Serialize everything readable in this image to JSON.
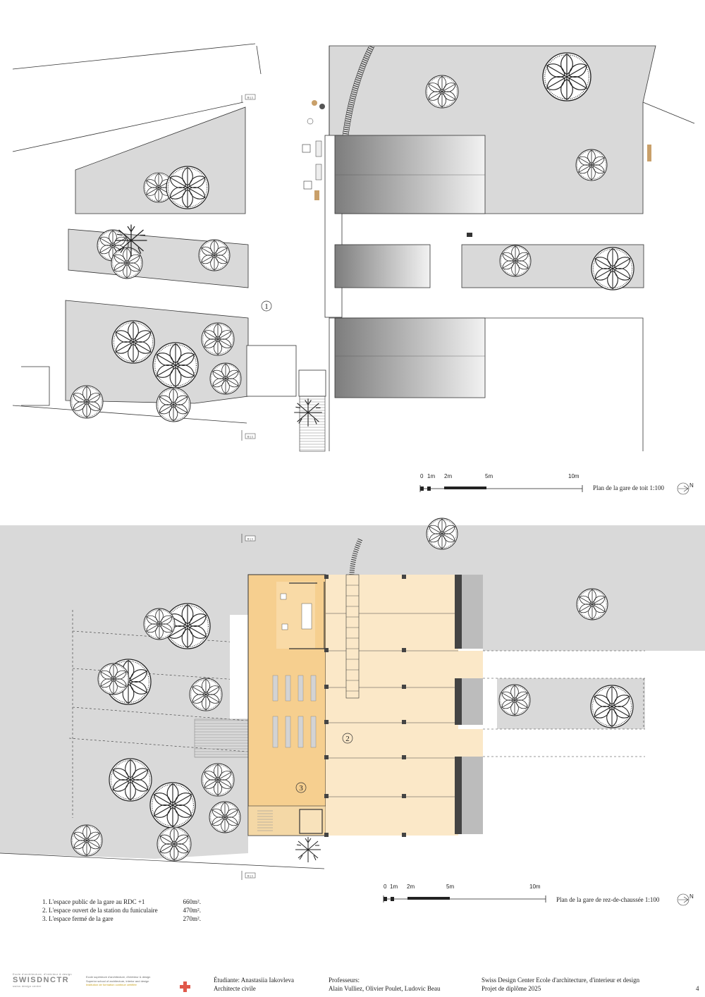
{
  "plans": {
    "roof": {
      "title": "Plan de la gare de toit 1:100",
      "marker": "1",
      "scale_ticks": [
        "0",
        "1m",
        "2m",
        "5m",
        "10m"
      ],
      "north": "N",
      "section_marks": [
        "B | 1",
        "B | 1"
      ]
    },
    "ground": {
      "title": "Plan de la gare de rez-de-chaussée 1:100",
      "markers": [
        "2",
        "3"
      ],
      "scale_ticks": [
        "0",
        "1m",
        "2m",
        "5m",
        "10m"
      ],
      "north": "N",
      "section_marks": [
        "B | 1",
        "B | 1"
      ]
    }
  },
  "legend": [
    {
      "label": "1. L'espace public de la gare au RDC +1",
      "area": "660m²."
    },
    {
      "label": "2. L'espace ouvert de la station du funiculaire",
      "area": "470m²."
    },
    {
      "label": "3. L'espace fermé de la gare",
      "area": "270m²."
    }
  ],
  "footer": {
    "logo_small_1": "Ecole d'architecture, d'intérieur & design",
    "logo_brand": "SWISDNCTR",
    "logo_small_2": "swiss design center",
    "logo2_line1": "Ecole supérieure d'architecture, d'intérieur & design",
    "logo2_line2": "Superior school of architecture, interior and design",
    "logo2_line3": "Institution de formation continue certifiée",
    "student_label": "Étudiante: Anastasiia Iakovleva",
    "student_role": "Architecte civile",
    "prof_label": "Professeurs:",
    "prof_names": "Alain Vulliez, Olivier Poulet, Ludovic Beau",
    "school_name": "Swiss Design Center Ecole d'architecture, d'interieur et design",
    "project": "Projet de diplôme 2025",
    "page_number": "4"
  },
  "colors": {
    "ground_grey": "#d9d9d9",
    "closed_station": "#f6cf8f",
    "open_station": "#fbe8c8",
    "roof_gradient_dark": "#7d7d7d",
    "roof_gradient_light": "#f2f2f2"
  }
}
